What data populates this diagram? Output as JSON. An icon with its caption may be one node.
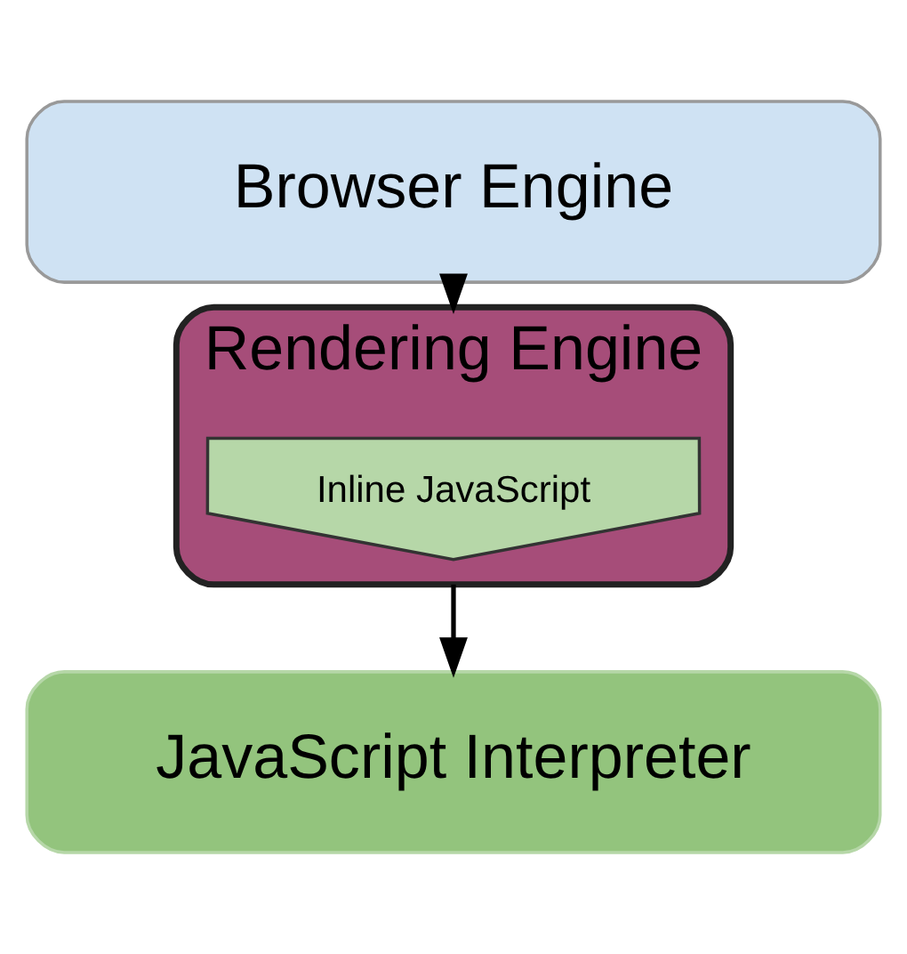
{
  "diagram": {
    "nodes": [
      {
        "text": [
          "Browser Engine"
        ]
      },
      {
        "text": [
          "Rendering Engine"
        ]
      },
      {
        "text": [
          "Inline JavaScript"
        ],
        "in": 1
      },
      {
        "text": [
          "JavaScript Interpreter"
        ]
      }
    ],
    "edges": [
      {
        "from": 0,
        "to": 1,
        "arrow": "to"
      },
      {
        "from": 1,
        "to": 3,
        "arrow": "to"
      }
    ]
  }
}
